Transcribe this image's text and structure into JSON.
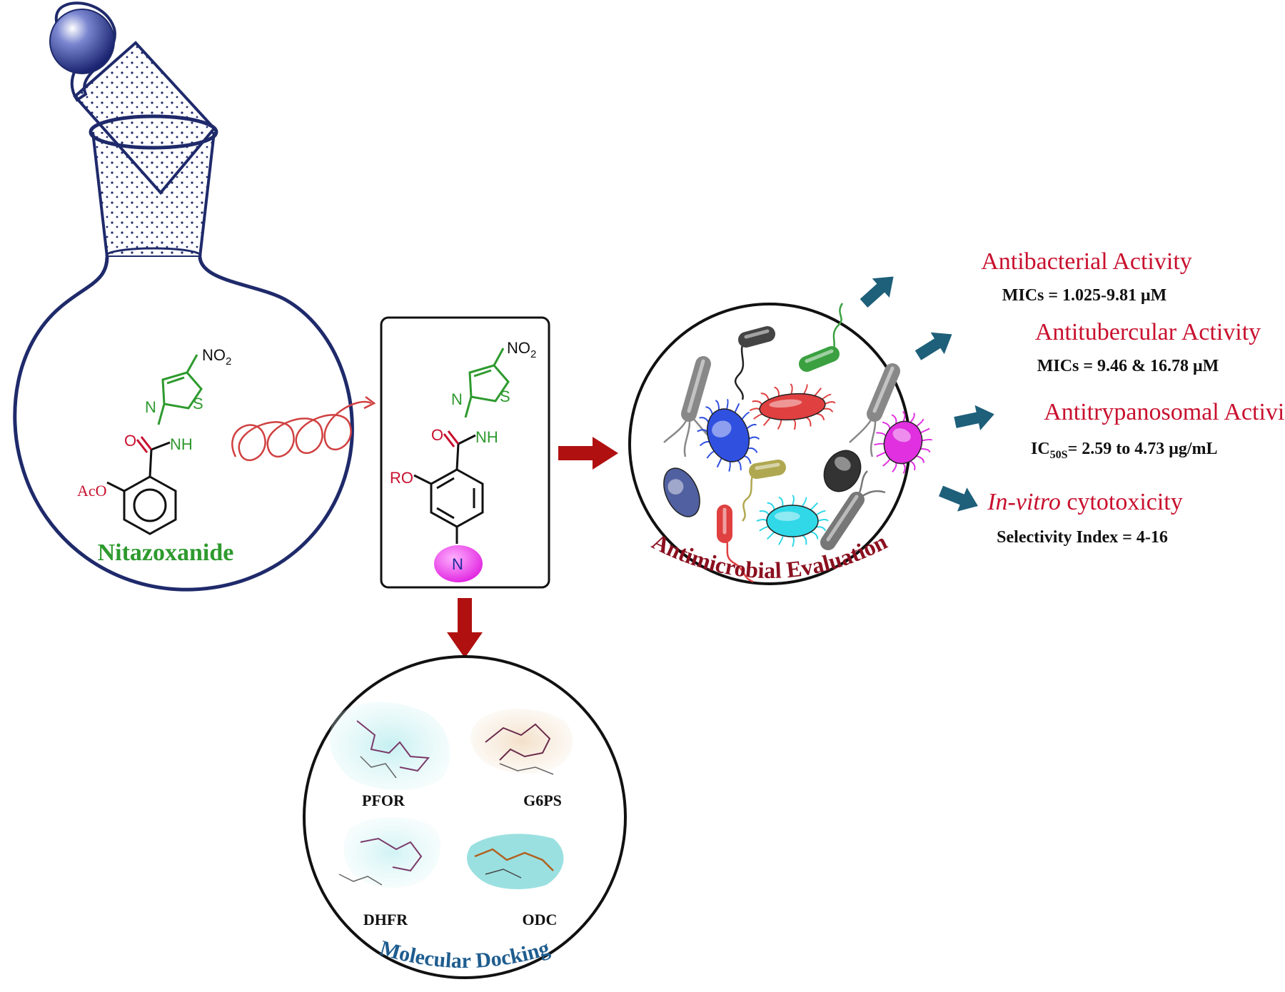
{
  "colors": {
    "flask": "#1f2a6b",
    "arrow_red": "#b01010",
    "arrow_blue": "#1e5f7a",
    "activity_red": "#c8102e",
    "nitazoxanide_green": "#2e9a2e",
    "docking_blue": "#1f5d8f",
    "evaluation_red": "#8b1020",
    "sphere": "#2a3a8a"
  },
  "flask": {
    "compound_name": "Nitazoxanide",
    "labels": {
      "no2": "NO",
      "no2_sub": "2",
      "n": "N",
      "s": "S",
      "nh": "NH",
      "o": "O",
      "aco": "AcO"
    }
  },
  "product_box": {
    "labels": {
      "no2": "NO",
      "no2_sub": "2",
      "n": "N",
      "s": "S",
      "nh": "NH",
      "o": "O",
      "ro": "RO",
      "amine": "N"
    }
  },
  "evaluation": {
    "title": "Antimicrobial Evaluation",
    "activities": [
      {
        "title": "Antibacterial Activity",
        "value": "MICs = 1.025-9.81 μM"
      },
      {
        "title": "Antitubercular Activity",
        "value": "MICs = 9.46 & 16.78 μM"
      },
      {
        "title": "Antitrypanosomal Activity",
        "value_prefix": "IC",
        "value_sub": "50S",
        "value_rest": "= 2.59 to 4.73 μg/mL"
      },
      {
        "title_italic": "In-vitro",
        "title_rest": " cytotoxicity",
        "value": "Selectivity Index = 4-16"
      }
    ]
  },
  "docking": {
    "title": "Molecular Docking",
    "targets": [
      "PFOR",
      "G6PS",
      "DHFR",
      "ODC"
    ]
  }
}
